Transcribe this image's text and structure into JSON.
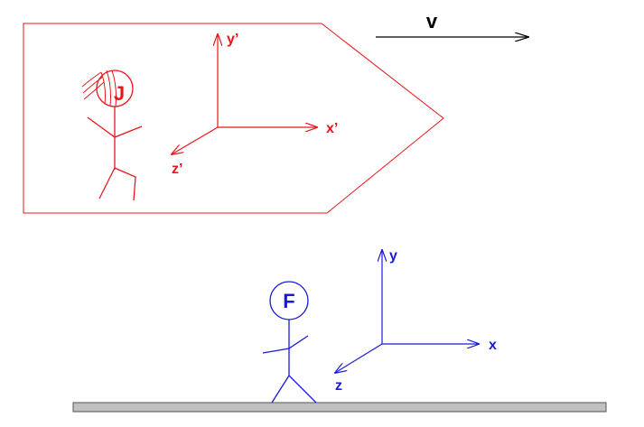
{
  "colors": {
    "moving_frame": "#e8161c",
    "ground_frame": "#1a1ad8",
    "velocity": "#000000",
    "ground_fill": "#c0c0c0",
    "ground_stroke": "#555555"
  },
  "velocity": {
    "label": "v"
  },
  "moving_frame": {
    "person_label": "J",
    "axis_x_label": "x’",
    "axis_y_label": "y’",
    "axis_z_label": "z’"
  },
  "ground_frame": {
    "person_label": "F",
    "axis_x_label": "x",
    "axis_y_label": "y",
    "axis_z_label": "z"
  }
}
